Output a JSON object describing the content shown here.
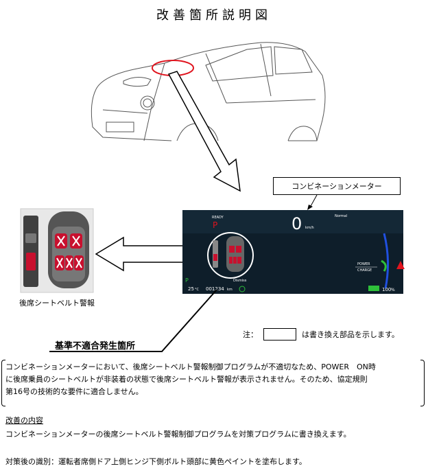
{
  "title": "改善箇所説明図",
  "labels": {
    "combination_meter": "コンビネーションメーター",
    "rear_seatbelt_warning": "後席シートベルト警報",
    "nonconformity_location": "基準不適合発生箇所"
  },
  "note": {
    "prefix": "注：",
    "suffix": "は書き換え部品を示します。"
  },
  "description": {
    "line1": "コンビネーションメーターにおいて、後席シートベルト警報制御プログラムが不適切なため、POWER　ON時",
    "line2": "に後席乗員のシートベルトが非装着の状態で後席シートベルト警報が表示されません。そのため、協定規則",
    "line3": "第16号の技術的な要件に適合しません。"
  },
  "improvement": {
    "heading": "改善の内容",
    "body": "コンビネーションメーターの後席シートベルト警報制御プログラムを対策プログラムに書き換えます。"
  },
  "identification": "対策後の識別：運転者席側ドア上側ヒンジ下側ボルト頭部に黄色ペイントを塗布します。",
  "meter": {
    "ready": "READY",
    "gear": "P",
    "speed": "0",
    "speed_unit": "km/h",
    "mode": "Normal",
    "power": "POWER",
    "charge": "CHARGE",
    "temperature": "25",
    "temp_unit": "°C",
    "odometer": "001234",
    "odo_unit": "km",
    "dismiss": "Dismiss",
    "battery": "100",
    "battery_unit": "%",
    "parking": "P"
  },
  "colors": {
    "meter_bg": "#0e1e2a",
    "warning_red": "#c8102e",
    "highlight_circle": "#e0141e",
    "battery_green": "#2ec03a",
    "gauge_blue": "#2050e0"
  }
}
